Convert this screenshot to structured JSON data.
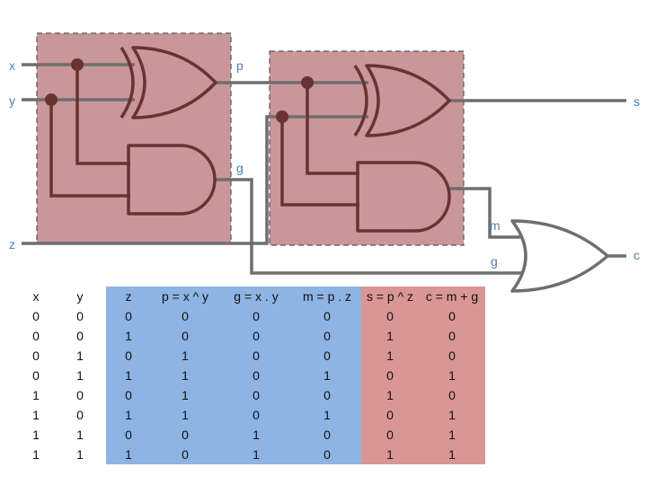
{
  "signals": {
    "x": "x",
    "y": "y",
    "z": "z",
    "p": "p",
    "g_top": "g",
    "s": "s",
    "m": "m",
    "g_bottom": "g",
    "c": "c"
  },
  "colors": {
    "block_fill": "#c9979a",
    "block_border": "#555555",
    "gate": "#6a3232",
    "wire": "#6e6e6e",
    "label": "#4a80b4",
    "table_blue": "#8eb4e3",
    "table_red": "#d99694"
  },
  "truth_table": {
    "headers": [
      "x",
      "y",
      "z",
      "p = x ^ y",
      "g = x . y",
      "m = p . z",
      "s = p ^ z",
      "c = m + g"
    ],
    "rows": [
      [
        "0",
        "0",
        "0",
        "0",
        "0",
        "0",
        "0",
        "0"
      ],
      [
        "0",
        "0",
        "1",
        "0",
        "0",
        "0",
        "1",
        "0"
      ],
      [
        "0",
        "1",
        "0",
        "1",
        "0",
        "0",
        "1",
        "0"
      ],
      [
        "0",
        "1",
        "1",
        "1",
        "0",
        "1",
        "0",
        "1"
      ],
      [
        "1",
        "0",
        "0",
        "1",
        "0",
        "0",
        "1",
        "0"
      ],
      [
        "1",
        "0",
        "1",
        "1",
        "0",
        "1",
        "0",
        "1"
      ],
      [
        "1",
        "1",
        "0",
        "0",
        "1",
        "0",
        "0",
        "1"
      ],
      [
        "1",
        "1",
        "1",
        "0",
        "1",
        "0",
        "1",
        "1"
      ]
    ]
  }
}
